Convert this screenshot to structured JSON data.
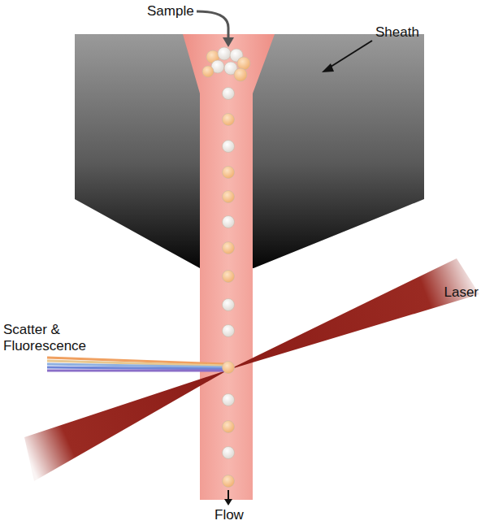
{
  "diagram": {
    "labels": [
      "Sample",
      "Sheath",
      "Scatter & Fluorescence",
      "Laser",
      "Flow"
    ]
  }
}
